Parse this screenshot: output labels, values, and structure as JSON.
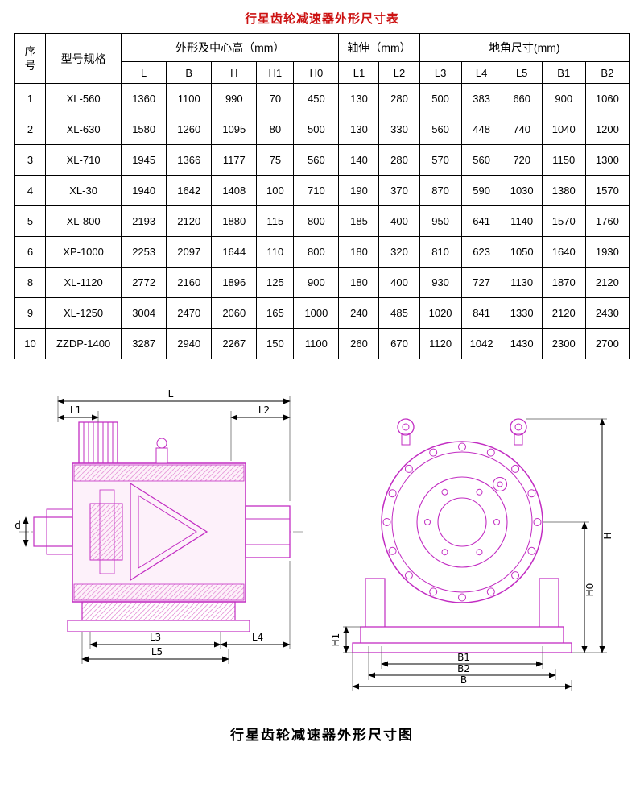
{
  "table": {
    "title": "行星齿轮减速器外形尺寸表",
    "header": {
      "col_index": "序号",
      "col_model": "型号规格",
      "group_outline": "外形及中心高（mm）",
      "group_shaft": "轴伸（mm）",
      "group_foot": "地角尺寸(mm)",
      "sub": [
        "L",
        "B",
        "H",
        "H1",
        "H0",
        "L1",
        "L2",
        "L3",
        "L4",
        "L5",
        "B1",
        "B2"
      ]
    },
    "rows": [
      [
        "1",
        "XL-560",
        "1360",
        "1100",
        "990",
        "70",
        "450",
        "130",
        "280",
        "500",
        "383",
        "660",
        "900",
        "1060"
      ],
      [
        "2",
        "XL-630",
        "1580",
        "1260",
        "1095",
        "80",
        "500",
        "130",
        "330",
        "560",
        "448",
        "740",
        "1040",
        "1200"
      ],
      [
        "3",
        "XL-710",
        "1945",
        "1366",
        "1177",
        "75",
        "560",
        "140",
        "280",
        "570",
        "560",
        "720",
        "1150",
        "1300"
      ],
      [
        "4",
        "XL-30",
        "1940",
        "1642",
        "1408",
        "100",
        "710",
        "190",
        "370",
        "870",
        "590",
        "1030",
        "1380",
        "1570"
      ],
      [
        "5",
        "XL-800",
        "2193",
        "2120",
        "1880",
        "115",
        "800",
        "185",
        "400",
        "950",
        "641",
        "1140",
        "1570",
        "1760"
      ],
      [
        "6",
        "XP-1000",
        "2253",
        "2097",
        "1644",
        "110",
        "800",
        "180",
        "320",
        "810",
        "623",
        "1050",
        "1640",
        "1930"
      ],
      [
        "8",
        "XL-1120",
        "2772",
        "2160",
        "1896",
        "125",
        "900",
        "180",
        "400",
        "930",
        "727",
        "1130",
        "1870",
        "2120"
      ],
      [
        "9",
        "XL-1250",
        "3004",
        "2470",
        "2060",
        "165",
        "1000",
        "240",
        "485",
        "1020",
        "841",
        "1330",
        "2120",
        "2430"
      ],
      [
        "10",
        "ZZDP-1400",
        "3287",
        "2940",
        "2267",
        "150",
        "1100",
        "260",
        "670",
        "1120",
        "1042",
        "1430",
        "2300",
        "2700"
      ]
    ]
  },
  "drawing": {
    "caption": "行星齿轮减速器外形尺寸图",
    "labels": {
      "L": "L",
      "L1": "L1",
      "L2": "L2",
      "d": "d",
      "L3": "L3",
      "L4": "L4",
      "L5": "L5",
      "H": "H",
      "H0": "H0",
      "H1": "H1",
      "B": "B",
      "B1": "B1",
      "B2": "B2"
    }
  }
}
